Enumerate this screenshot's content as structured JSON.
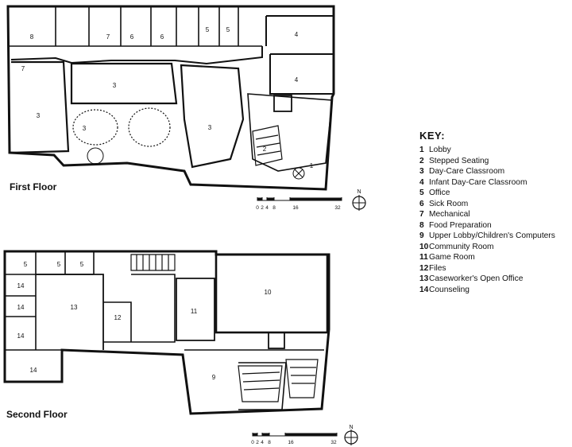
{
  "floors": {
    "first": {
      "title": "First Floor"
    },
    "second": {
      "title": "Second Floor"
    }
  },
  "key": {
    "title": "KEY:",
    "items": [
      {
        "num": "1",
        "label": "Lobby"
      },
      {
        "num": "2",
        "label": "Stepped Seating"
      },
      {
        "num": "3",
        "label": "Day-Care Classroom"
      },
      {
        "num": "4",
        "label": "Infant Day-Care Classroom"
      },
      {
        "num": "5",
        "label": "Office"
      },
      {
        "num": "6",
        "label": "Sick Room"
      },
      {
        "num": "7",
        "label": "Mechanical"
      },
      {
        "num": "8",
        "label": "Food Preparation"
      },
      {
        "num": "9",
        "label": "Upper Lobby/Children's Computers"
      },
      {
        "num": "10",
        "label": "Community Room"
      },
      {
        "num": "11",
        "label": "Game Room"
      },
      {
        "num": "12",
        "label": "Files"
      },
      {
        "num": "13",
        "label": "Caseworker's Open Office"
      },
      {
        "num": "14",
        "label": "Counseling"
      }
    ]
  },
  "scale_bar": {
    "ticks": [
      "0",
      "2",
      "4",
      "8",
      "16",
      "32"
    ]
  },
  "north_arrow": {
    "label": "N"
  },
  "room_labels": {
    "first": [
      "1",
      "2",
      "3",
      "3",
      "3",
      "3",
      "4",
      "4",
      "5",
      "5",
      "6",
      "6",
      "7",
      "7",
      "8"
    ],
    "second": [
      "5",
      "5",
      "5",
      "9",
      "10",
      "11",
      "12",
      "13",
      "14",
      "14",
      "14",
      "14"
    ]
  }
}
